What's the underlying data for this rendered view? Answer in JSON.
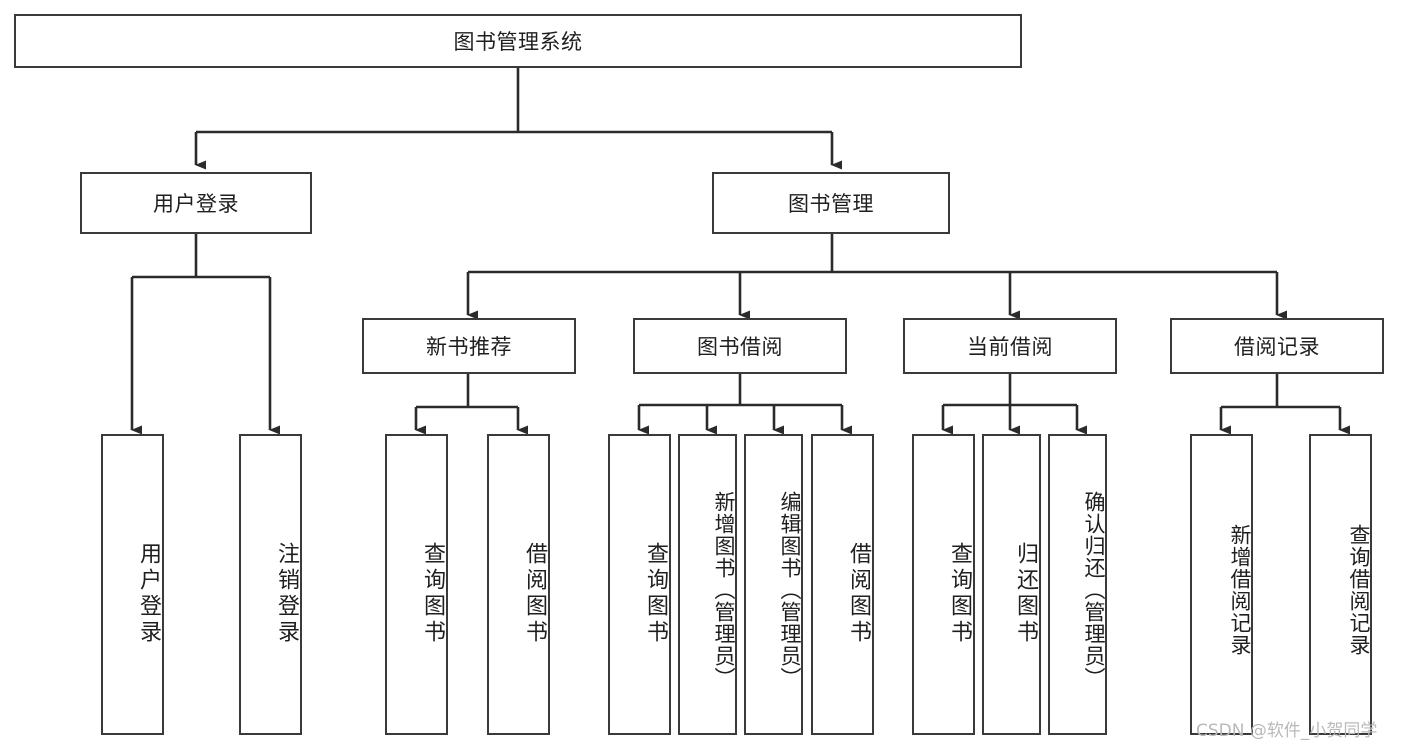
{
  "diagram": {
    "type": "tree-hierarchy",
    "title": "图书管理系统",
    "root": {
      "label": "图书管理系统"
    },
    "level1": [
      {
        "id": "user-login",
        "label": "用户登录"
      },
      {
        "id": "book-management",
        "label": "图书管理"
      }
    ],
    "level2": [
      {
        "id": "new-book-recommend",
        "label": "新书推荐",
        "parent": "book-management"
      },
      {
        "id": "book-borrow",
        "label": "图书借阅",
        "parent": "book-management"
      },
      {
        "id": "current-borrow",
        "label": "当前借阅",
        "parent": "book-management"
      },
      {
        "id": "borrow-record",
        "label": "借阅记录",
        "parent": "book-management"
      }
    ],
    "leaves": [
      {
        "id": "leaf-user-login",
        "label": "用户登录",
        "parent": "user-login"
      },
      {
        "id": "leaf-logout-login",
        "label": "注销登录",
        "parent": "user-login"
      },
      {
        "id": "leaf-query-book-1",
        "label": "查询图书",
        "parent": "new-book-recommend"
      },
      {
        "id": "leaf-borrow-book-1",
        "label": "借阅图书",
        "parent": "new-book-recommend"
      },
      {
        "id": "leaf-query-book-2",
        "label": "查询图书",
        "parent": "book-borrow"
      },
      {
        "id": "leaf-add-book",
        "label": "新增图书（管理员）",
        "parent": "book-borrow"
      },
      {
        "id": "leaf-edit-book",
        "label": "编辑图书（管理员）",
        "parent": "book-borrow"
      },
      {
        "id": "leaf-borrow-book-2",
        "label": "借阅图书",
        "parent": "book-borrow"
      },
      {
        "id": "leaf-query-book-3",
        "label": "查询图书",
        "parent": "current-borrow"
      },
      {
        "id": "leaf-return-book",
        "label": "归还图书",
        "parent": "current-borrow"
      },
      {
        "id": "leaf-confirm-return",
        "label": "确认归还（管理员）",
        "parent": "current-borrow"
      },
      {
        "id": "leaf-add-record",
        "label": "新增借阅记录",
        "parent": "borrow-record"
      },
      {
        "id": "leaf-query-record",
        "label": "查询借阅记录",
        "parent": "borrow-record"
      }
    ],
    "colors": {
      "box_border": "#3a3a3a",
      "box_fill": "#ffffff",
      "connector": "#2b2b2b",
      "text": "#1f1f1f",
      "watermark": "#b9b9b9",
      "background": "#ffffff"
    }
  },
  "watermark": {
    "text": "CSDN @软件_小贺同学"
  }
}
